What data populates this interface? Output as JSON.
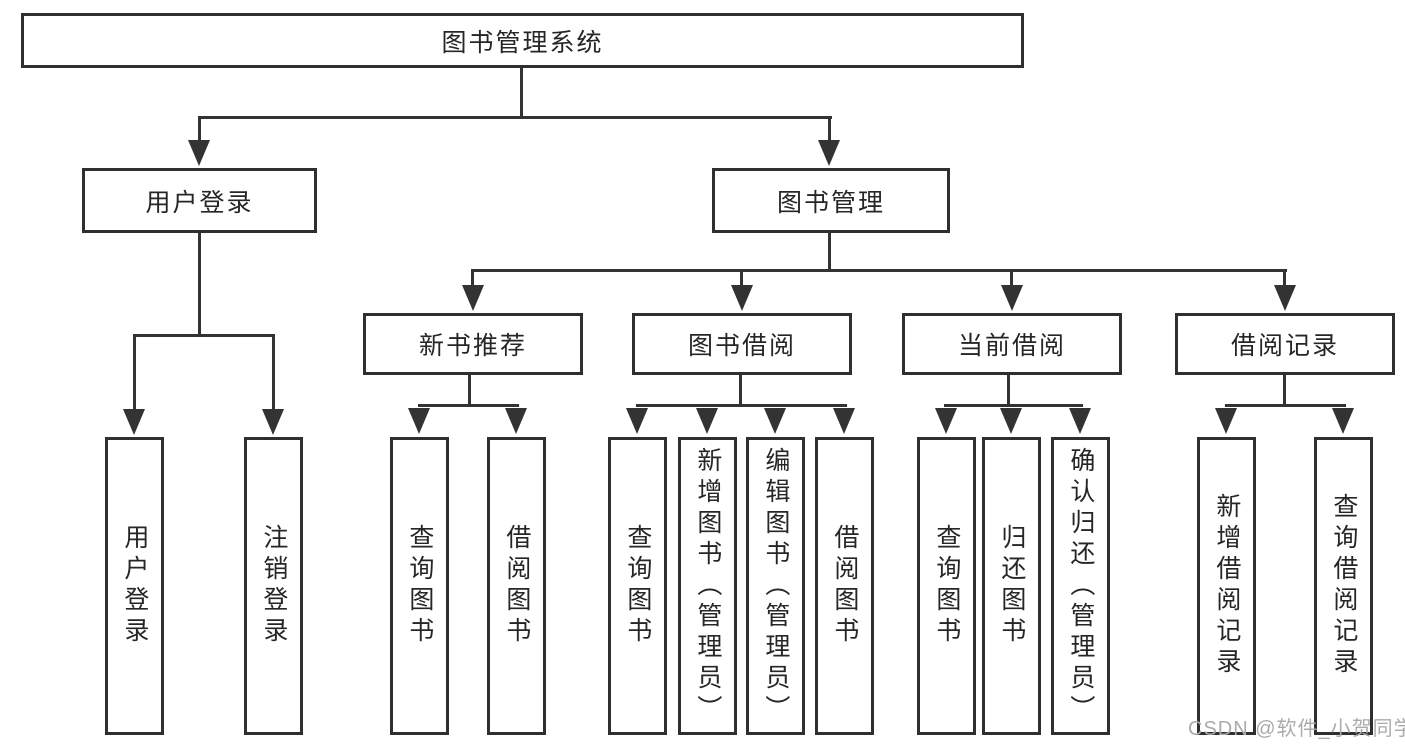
{
  "diagram": {
    "root": {
      "label": "图书管理系统"
    },
    "level2": [
      {
        "label": "用户登录",
        "children": [
          {
            "label": "用户登录"
          },
          {
            "label": "注销登录"
          }
        ]
      },
      {
        "label": "图书管理",
        "sections": [
          {
            "label": "新书推荐",
            "children": [
              {
                "label": "查询图书"
              },
              {
                "label": "借阅图书"
              }
            ]
          },
          {
            "label": "图书借阅",
            "children": [
              {
                "label": "查询图书"
              },
              {
                "label": "新增图书（管理员）"
              },
              {
                "label": "编辑图书（管理员）"
              },
              {
                "label": "借阅图书"
              }
            ]
          },
          {
            "label": "当前借阅",
            "children": [
              {
                "label": "查询图书"
              },
              {
                "label": "归还图书"
              },
              {
                "label": "确认归还（管理员）"
              }
            ]
          },
          {
            "label": "借阅记录",
            "children": [
              {
                "label": "新增借阅记录"
              },
              {
                "label": "查询借阅记录"
              }
            ]
          }
        ]
      }
    ]
  },
  "watermark": {
    "text": "CSDN @软件_小贺同学"
  },
  "colors": {
    "line": "#333333",
    "box_border": "#2f2f2f",
    "text": "#262626",
    "watermark": "#ababab",
    "background": "#ffffff"
  }
}
